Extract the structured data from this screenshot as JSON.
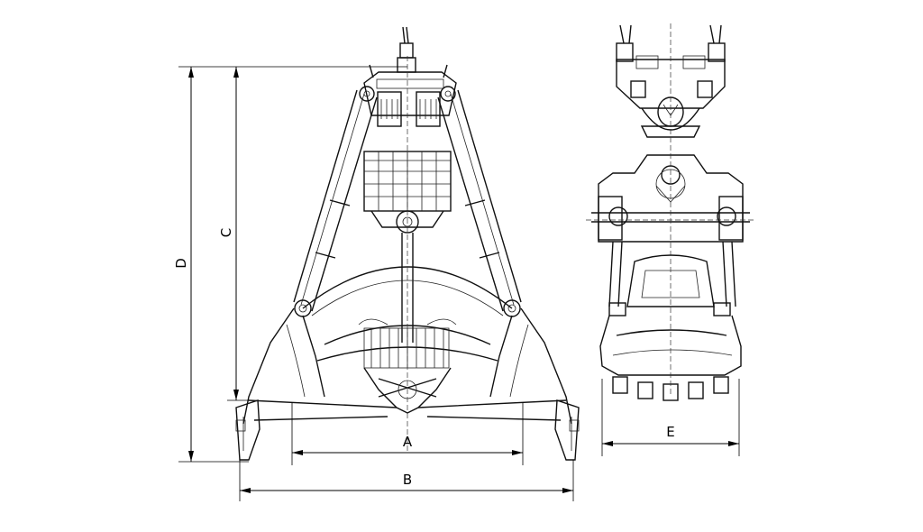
{
  "dimension_labels": {
    "A": "A",
    "B": "B",
    "C": "C",
    "D": "D",
    "E": "E"
  },
  "views": [
    "front-elevation",
    "side-elevation"
  ],
  "colors": {
    "line": "#111111",
    "background": "#ffffff"
  }
}
